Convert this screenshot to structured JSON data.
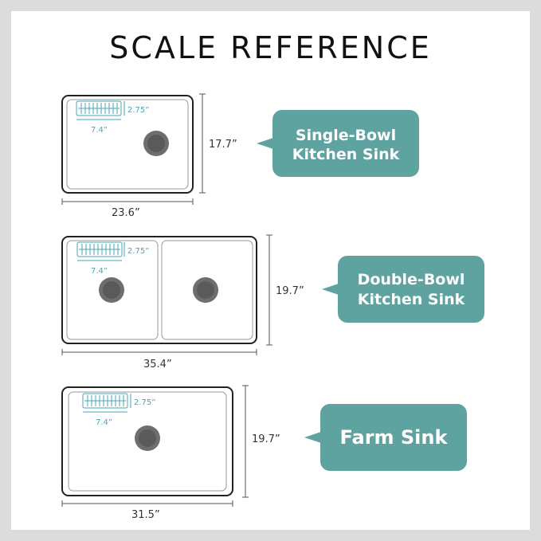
{
  "title": "SCALE REFERENCE",
  "colors": {
    "callout": "#5ea3a0",
    "rack": "#4aa6b5",
    "drain": "#6e6e6e",
    "sink_outline": "#222222"
  },
  "sinks": [
    {
      "name_line1": "Single-Bowl",
      "name_line2": "Kitchen Sink",
      "width": "23.6”",
      "height": "17.7”",
      "rack_height": "2.75”",
      "rack_width": "7.4”"
    },
    {
      "name_line1": "Double-Bowl",
      "name_line2": "Kitchen Sink",
      "width": "35.4”",
      "height": "19.7”",
      "rack_height": "2.75”",
      "rack_width": "7.4”"
    },
    {
      "name_line1": "Farm Sink",
      "name_line2": "",
      "width": "31.5”",
      "height": "19.7”",
      "rack_height": "2.75”",
      "rack_width": "7.4”"
    }
  ]
}
